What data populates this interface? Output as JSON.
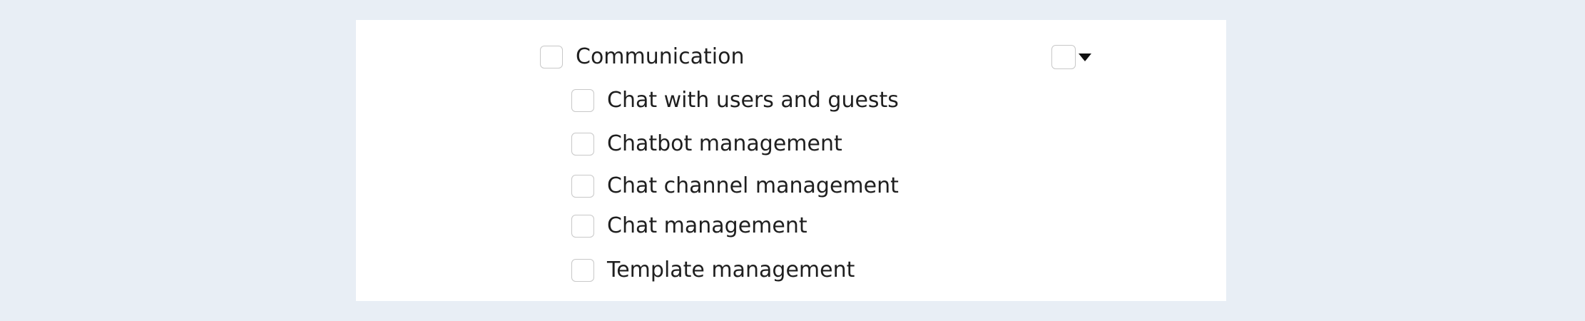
{
  "permissions": {
    "parent": {
      "label": "Communication"
    },
    "children": [
      {
        "label": "Chat with users and guests"
      },
      {
        "label": "Chatbot management"
      },
      {
        "label": "Chat channel management"
      },
      {
        "label": "Chat management"
      },
      {
        "label": "Template management"
      }
    ]
  },
  "group_control": {
    "icon": "chevron-down-icon",
    "checked": false
  }
}
